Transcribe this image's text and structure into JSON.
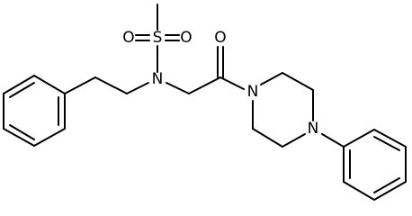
{
  "diagram": {
    "type": "chemical-structure",
    "atoms": {
      "sulfur": "S",
      "sulfonyl_oxygen_left": "O",
      "sulfonyl_oxygen_right": "O",
      "amide_nitrogen": "N",
      "carbonyl_oxygen": "O",
      "piperazine_n1": "N",
      "piperazine_n4": "N"
    }
  }
}
